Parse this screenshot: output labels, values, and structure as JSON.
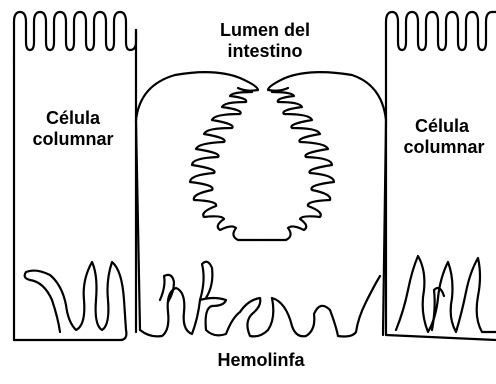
{
  "labels": {
    "lumen_line1": "Lumen del",
    "lumen_line2": "intestino",
    "left_cell_line1": "Célula",
    "left_cell_line2": "columnar",
    "right_cell_line1": "Célula",
    "right_cell_line2": "columnar",
    "hemolymph": "Hemolinfa"
  }
}
